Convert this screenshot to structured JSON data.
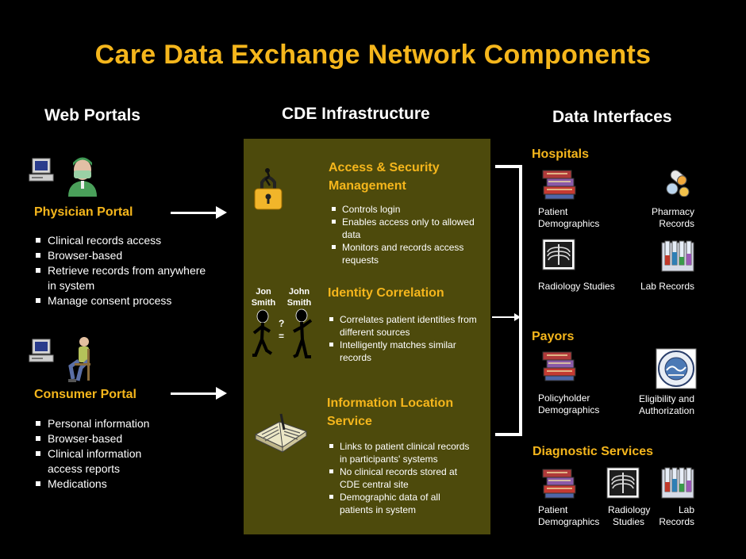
{
  "title": "Care Data Exchange Network Components",
  "columns": {
    "web_portals": "Web Portals",
    "cde_infrastructure": "CDE Infrastructure",
    "data_interfaces": "Data Interfaces"
  },
  "physician_portal": {
    "title": "Physician Portal",
    "items": [
      "Clinical records access",
      "Browser-based",
      "Retrieve records from anywhere in system",
      "Manage consent process"
    ]
  },
  "consumer_portal": {
    "title": "Consumer Portal",
    "items": [
      "Personal information",
      "Browser-based",
      "Clinical information access reports",
      "Medications"
    ]
  },
  "access_security": {
    "title": "Access & Security Management",
    "items": [
      "Controls login",
      "Enables access only to allowed data",
      "Monitors and records access requests"
    ]
  },
  "identity_correlation": {
    "title": "Identity Correlation",
    "person1": "Jon Smith",
    "person2": "John Smith",
    "question": "?",
    "equals": "=",
    "items": [
      "Correlates patient identities from different sources",
      "Intelligently matches similar records"
    ]
  },
  "information_location": {
    "title": "Information Location Service",
    "items": [
      "Links to patient clinical records in participants' systems",
      "No clinical records stored at CDE central site",
      "Demographic data of all patients in system"
    ]
  },
  "hospitals": {
    "title": "Hospitals",
    "patient_demographics": "Patient Demographics",
    "pharmacy_records": "Pharmacy Records",
    "radiology_studies": "Radiology Studies",
    "lab_records": "Lab Records"
  },
  "payors": {
    "title": "Payors",
    "policyholder_demographics": "Policyholder Demographics",
    "eligibility": "Eligibility and Authorization"
  },
  "diagnostic_services": {
    "title": "Diagnostic Services",
    "patient_demographics": "Patient Demographics",
    "radiology_studies": "Radiology Studies",
    "lab_records": "Lab Records"
  },
  "colors": {
    "title": "#f5b61c",
    "box": "#4d4a0c",
    "background": "#000000"
  }
}
